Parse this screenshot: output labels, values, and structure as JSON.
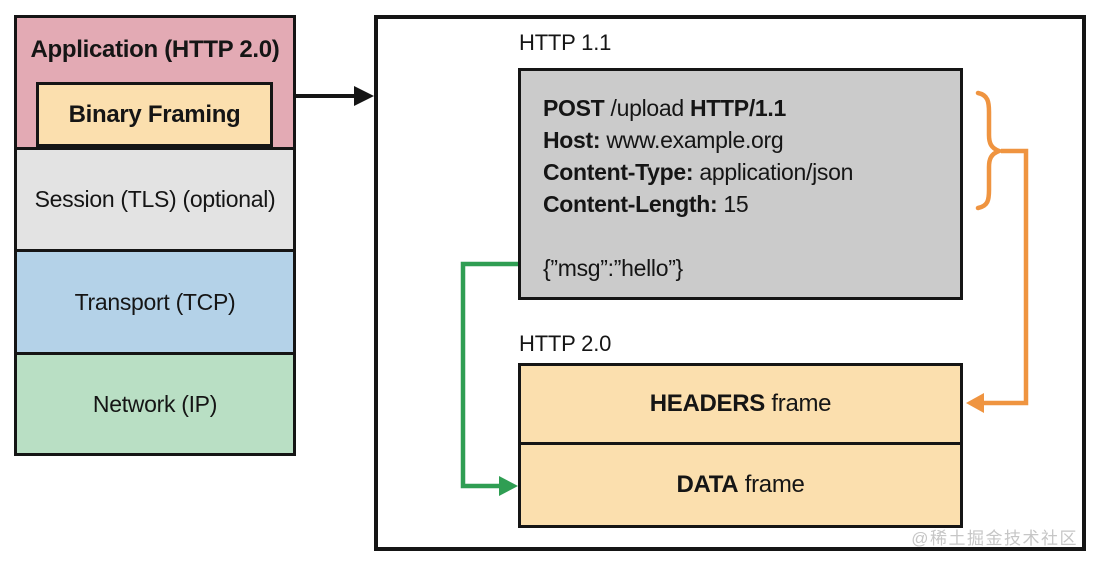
{
  "colors": {
    "pink": "#e3aab4",
    "cream": "#fbdfae",
    "session": "#e3e3e3",
    "blue": "#b4d2e8",
    "mint": "#b9dfc4",
    "request": "#cbcbcb",
    "orange": "#ef9440",
    "green": "#2f9e53",
    "ink": "#151515",
    "watermark": "#c6c6c6"
  },
  "stack": {
    "application_label": "Application (HTTP 2.0)",
    "binary_framing_label": "Binary Framing",
    "session_label": "Session (TLS) (optional)",
    "transport_label": "Transport (TCP)",
    "network_label": "Network (IP)"
  },
  "http1": {
    "title": "HTTP 1.1",
    "request": {
      "method": "POST",
      "path": " /upload ",
      "version": "HTTP/1.1",
      "host_label": "Host:",
      "host_value": " www.example.org",
      "content_type_label": "Content-Type:",
      "content_type_value": " application/json",
      "content_length_label": "Content-Length:",
      "content_length_value": " 15",
      "body": "{”msg”:”hello”}"
    }
  },
  "http2": {
    "title": "HTTP 2.0",
    "headers_frame_bold": "HEADERS",
    "headers_frame_rest": " frame",
    "data_frame_bold": "DATA",
    "data_frame_rest": " frame"
  },
  "watermark": "@稀土掘金技术社区"
}
